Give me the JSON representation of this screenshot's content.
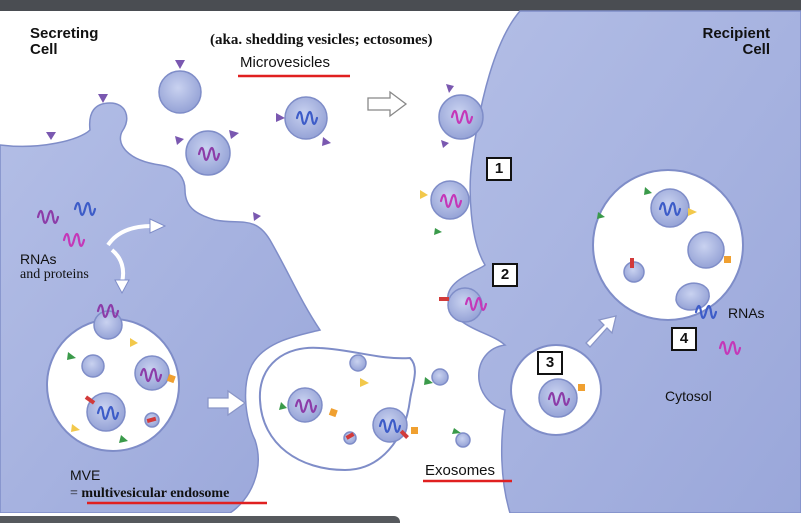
{
  "labels": {
    "secreting_cell": "Secreting\nCell",
    "secreting_cell_l1": "Secreting",
    "secreting_cell_l2": "Cell",
    "recipient_cell_l1": "Recipient",
    "recipient_cell_l2": "Cell",
    "aka": "(aka. shedding vesicles; ectosomes)",
    "microvesicles": "Microvesicles",
    "rnas_proteins_l1": "RNAs",
    "rnas_proteins_l2": "and proteins",
    "mve": "MVE",
    "mve_eq": "= ",
    "mve_full": "multivesicular endosome",
    "exosomes": "Exosomes",
    "cytosol": "Cytosol",
    "rnas": "RNAs"
  },
  "steps": [
    "1",
    "2",
    "3",
    "4"
  ],
  "colors": {
    "cell_fill": "#a9b5e0",
    "cell_stroke": "#7f8dc8",
    "vesicle_fill": "#aab6e3",
    "underline_red": "#e02020",
    "marker_purple": "#7a58b0",
    "marker_green": "#3a9a4a",
    "marker_yellow": "#f2c84b",
    "marker_orange": "#f0a030",
    "rna_purple": "#8c3ca8",
    "rna_blue": "#3d5cc8",
    "rna_magenta": "#c438b8",
    "receptor_red": "#d23a3a"
  },
  "icons": [
    "arrow-right-icon",
    "arrow-outline-icon",
    "rna-icon",
    "marker-triangle-icon"
  ]
}
